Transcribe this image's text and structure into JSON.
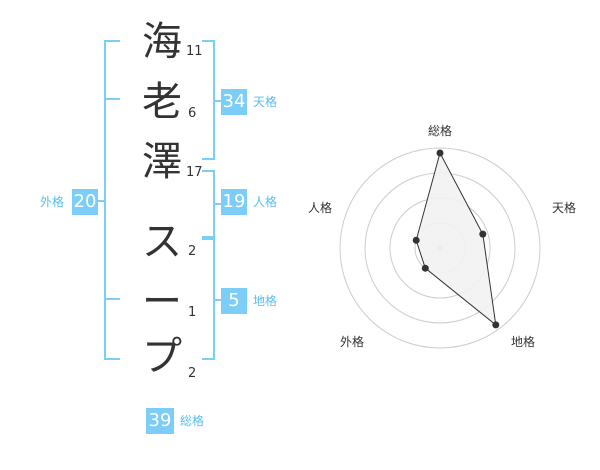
{
  "name": {
    "characters": [
      {
        "char": "海",
        "strokes": "11"
      },
      {
        "char": "老",
        "strokes": "6"
      },
      {
        "char": "澤",
        "strokes": "17"
      },
      {
        "char": "ス",
        "strokes": "2"
      },
      {
        "char": "ー",
        "strokes": "1"
      },
      {
        "char": "プ",
        "strokes": "2"
      }
    ]
  },
  "kaku": {
    "tenkaku": {
      "value": "34",
      "label": "天格"
    },
    "jinkaku": {
      "value": "19",
      "label": "人格"
    },
    "chikaku": {
      "value": "5",
      "label": "地格"
    },
    "gaikaku": {
      "value": "20",
      "label": "外格"
    },
    "soukaku": {
      "value": "39",
      "label": "総格"
    }
  },
  "colors": {
    "accent": "#7ccdf7",
    "accent_text": "#5bbcf0",
    "text": "#333333",
    "grid": "#cccccc",
    "fill": "#f2f2f2"
  },
  "chart_data": {
    "type": "radar",
    "axes": [
      "総格",
      "天格",
      "地格",
      "外格",
      "人格"
    ],
    "values": [
      0.95,
      0.45,
      0.95,
      0.25,
      0.25
    ],
    "scale": [
      0,
      1
    ],
    "rings": 4,
    "grid": true
  }
}
